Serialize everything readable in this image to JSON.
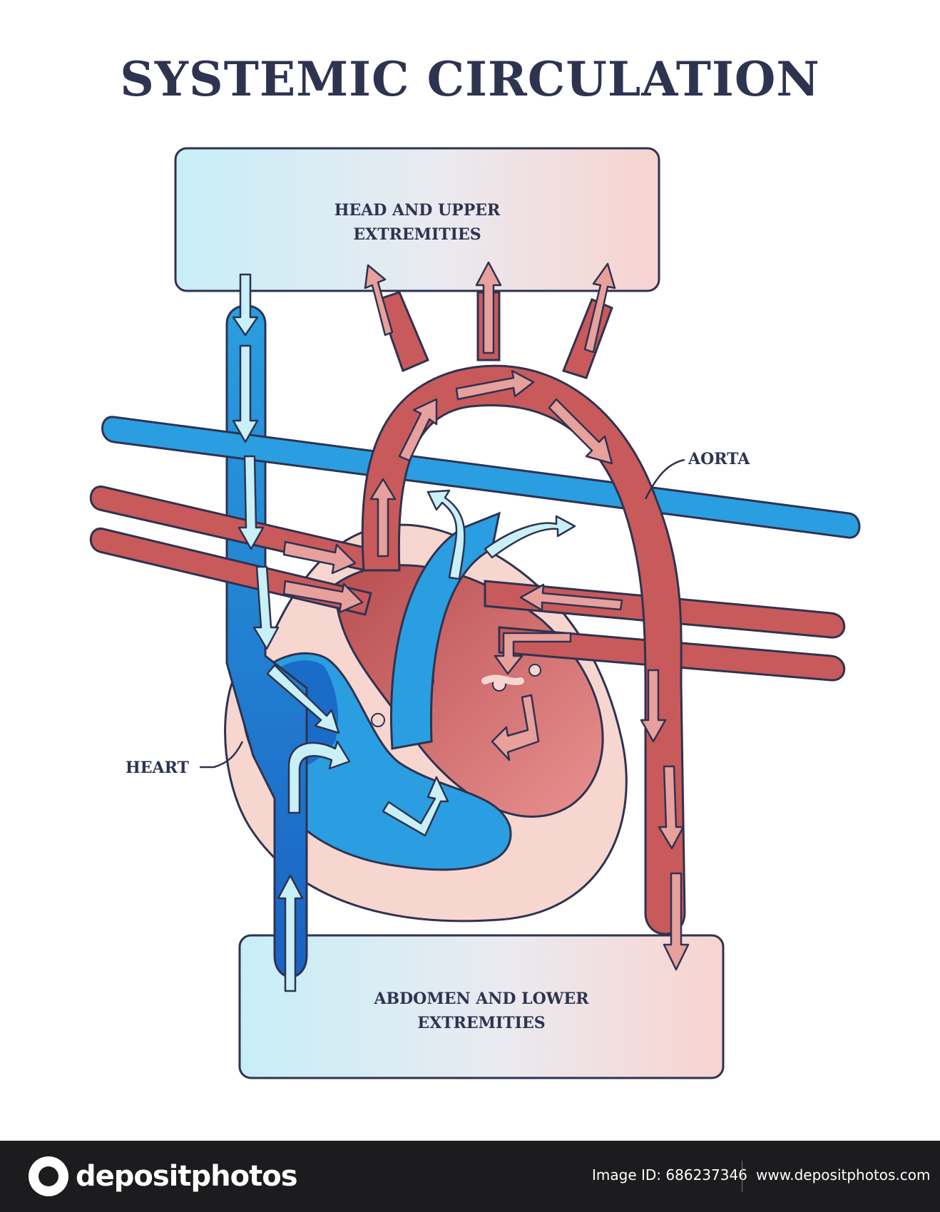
{
  "title": "SYSTEMIC CIRCULATION",
  "boxes": {
    "top": {
      "line1": "HEAD AND UPPER",
      "line2": "EXTREMITIES"
    },
    "bottom": {
      "line1": "ABDOMEN AND LOWER",
      "line2": "EXTREMITIES"
    }
  },
  "callouts": {
    "aorta": "AORTA",
    "heart": "HEART"
  },
  "footer": {
    "logo": "depositphotos",
    "image_id": "Image ID: 686237346",
    "site": "www.depositphotos.com"
  },
  "colors": {
    "title": "#2e3350",
    "artery": "#c85a5c",
    "artery_light": "#e08a88",
    "vein": "#2a9ee0",
    "vein_dark": "#1a6cc8",
    "outline": "#2e3350",
    "arrow_fill_red": "#e8a09c",
    "arrow_fill_blue": "#c9f0f7",
    "heart_outer": "#f7d6d0"
  }
}
